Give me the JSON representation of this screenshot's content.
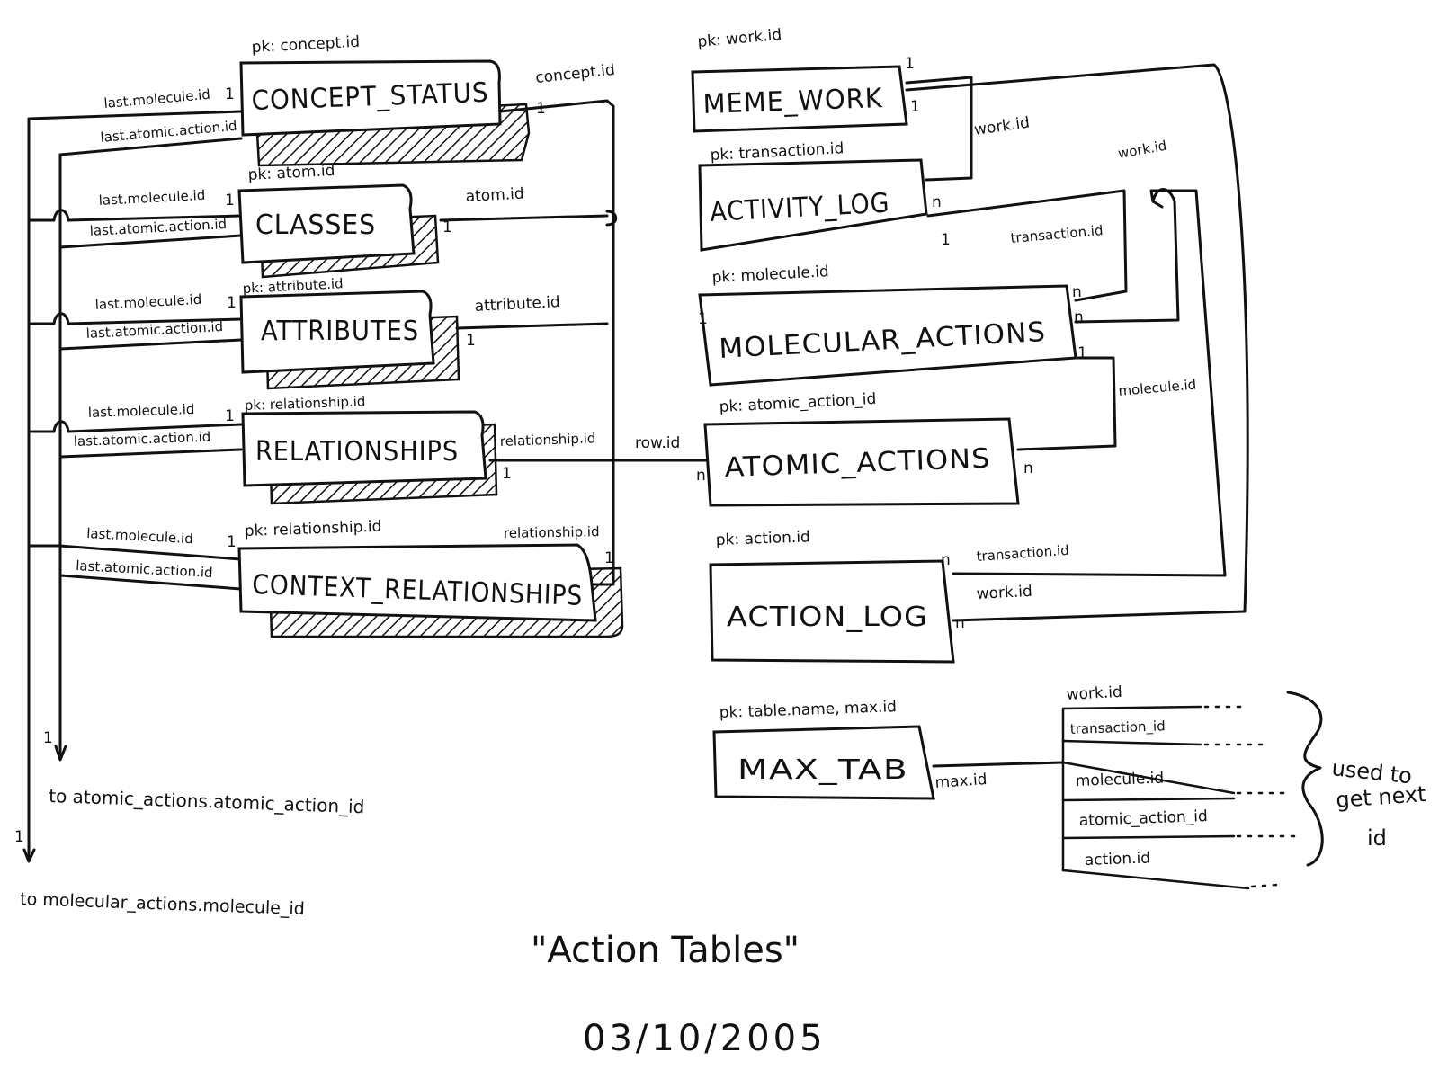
{
  "tables": {
    "concept_status": {
      "name": "CONCEPT_STATUS",
      "pk": "pk: concept.id",
      "fk": "concept.id",
      "card": "1"
    },
    "classes": {
      "name": "CLASSES",
      "pk": "pk: atom.id",
      "fk": "atom.id",
      "card": "1"
    },
    "attributes": {
      "name": "ATTRIBUTES",
      "pk": "pk: attribute.id",
      "fk": "attribute.id",
      "card": "1"
    },
    "relationships": {
      "name": "RELATIONSHIPS",
      "pk": "pk: relationship.id",
      "fk": "relationship.id",
      "card": "1"
    },
    "context_relationships": {
      "name": "CONTEXT_RELATIONSHIPS",
      "pk": "pk: relationship.id",
      "fk": "relationship.id",
      "card": "1"
    },
    "meme_work": {
      "name": "MEME_WORK",
      "pk": "pk: work.id"
    },
    "activity_log": {
      "name": "ACTIVITY_LOG",
      "pk": "pk: transaction.id"
    },
    "molecular_actions": {
      "name": "MOLECULAR_ACTIONS",
      "pk": "pk: molecule.id"
    },
    "atomic_actions": {
      "name": "ATOMIC_ACTIONS",
      "pk": "pk: atomic_action_id"
    },
    "action_log": {
      "name": "ACTION_LOG",
      "pk": "pk: action.id"
    },
    "max_tab": {
      "name": "MAX_TAB",
      "pk": "pk: table.name, max.id"
    }
  },
  "left_labels": {
    "last_molecule_id": "last.molecule.id",
    "last_atomic_action_id": "last.atomic.action.id",
    "one": "1"
  },
  "links": {
    "row_id": "row.id",
    "n": "n",
    "one": "1",
    "work_id": "work.id",
    "transaction_id": "transaction.id",
    "molecule_id": "molecule.id",
    "max_id": "max.id"
  },
  "max_values": [
    "work.id",
    "transaction_id",
    "molecule.id",
    "atomic_action_id",
    "action.id"
  ],
  "brace_note": [
    "used to",
    "get next",
    "id"
  ],
  "footnotes": {
    "to_atomic": "to atomic_actions.atomic_action_id",
    "to_molecular": "to molecular_actions.molecule_id"
  },
  "title": "\"Action Tables\"",
  "date": "03/10/2005"
}
